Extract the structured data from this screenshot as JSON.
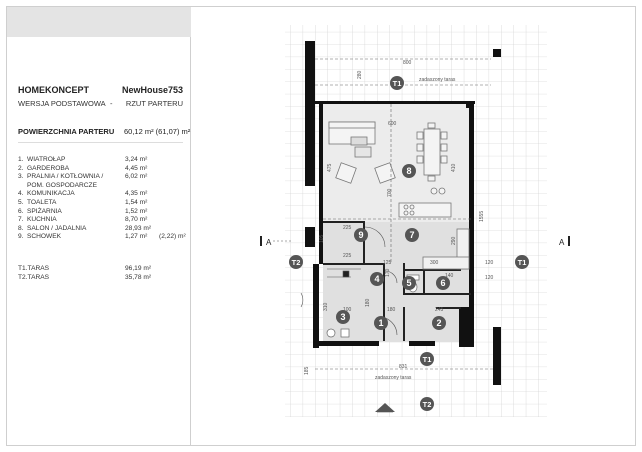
{
  "project": {
    "brand": "HOMEKONCEPT",
    "model": "NewHouse753",
    "version": "WERSJA PODSTAWOWA",
    "dash": "-",
    "plan_name": "RZUT PARTERU"
  },
  "floor_area": {
    "label": "POWIERZCHNIA PARTERU",
    "value": "60,12 m²  (61,07) m²"
  },
  "rooms": [
    {
      "num": "1.",
      "name": "WIATROŁAP",
      "area": "3,24 m²",
      "extra": ""
    },
    {
      "num": "2.",
      "name": "GARDEROBA",
      "area": "4,45 m²",
      "extra": ""
    },
    {
      "num": "3.",
      "name": "PRALNIA / KOTŁOWNIA /",
      "area": "6,02 m²",
      "extra": ""
    },
    {
      "num": "",
      "name": "POM. GOSPODARCZE",
      "area": "",
      "extra": ""
    },
    {
      "num": "4.",
      "name": "KOMUNIKACJA",
      "area": "4,35 m²",
      "extra": ""
    },
    {
      "num": "5.",
      "name": "TOALETA",
      "area": "1,54 m²",
      "extra": ""
    },
    {
      "num": "6.",
      "name": "SPIŻARNIA",
      "area": "1,52 m²",
      "extra": ""
    },
    {
      "num": "7.",
      "name": "KUCHNIA",
      "area": "8,70 m²",
      "extra": ""
    },
    {
      "num": "8.",
      "name": "SALON / JADALNIA",
      "area": "28,93 m²",
      "extra": ""
    },
    {
      "num": "9.",
      "name": "SCHOWEK",
      "area": "1,27 m²",
      "extra": "(2,22) m²"
    }
  ],
  "terraces": [
    {
      "name": "T1.TARAS",
      "area": "96,19 m²"
    },
    {
      "name": "T2.TARAS",
      "area": "35,78 m²"
    }
  ],
  "plan": {
    "section_left": "A",
    "section_right": "A",
    "terrace_top_label": "zadaszony taras",
    "terrace_bottom_label": "zadaszony taras",
    "room_markers": [
      "1",
      "2",
      "3",
      "4",
      "5",
      "6",
      "7",
      "8",
      "9"
    ],
    "terrace_markers": [
      "T1",
      "T1",
      "T1",
      "T2",
      "T2"
    ],
    "dimensions": [
      "800",
      "600",
      "475",
      "410",
      "700",
      "1555",
      "290",
      "225",
      "225",
      "125",
      "300",
      "120",
      "120",
      "140",
      "170",
      "180",
      "180",
      "245",
      "100",
      "310",
      "831",
      "185",
      "280",
      "105"
    ]
  }
}
